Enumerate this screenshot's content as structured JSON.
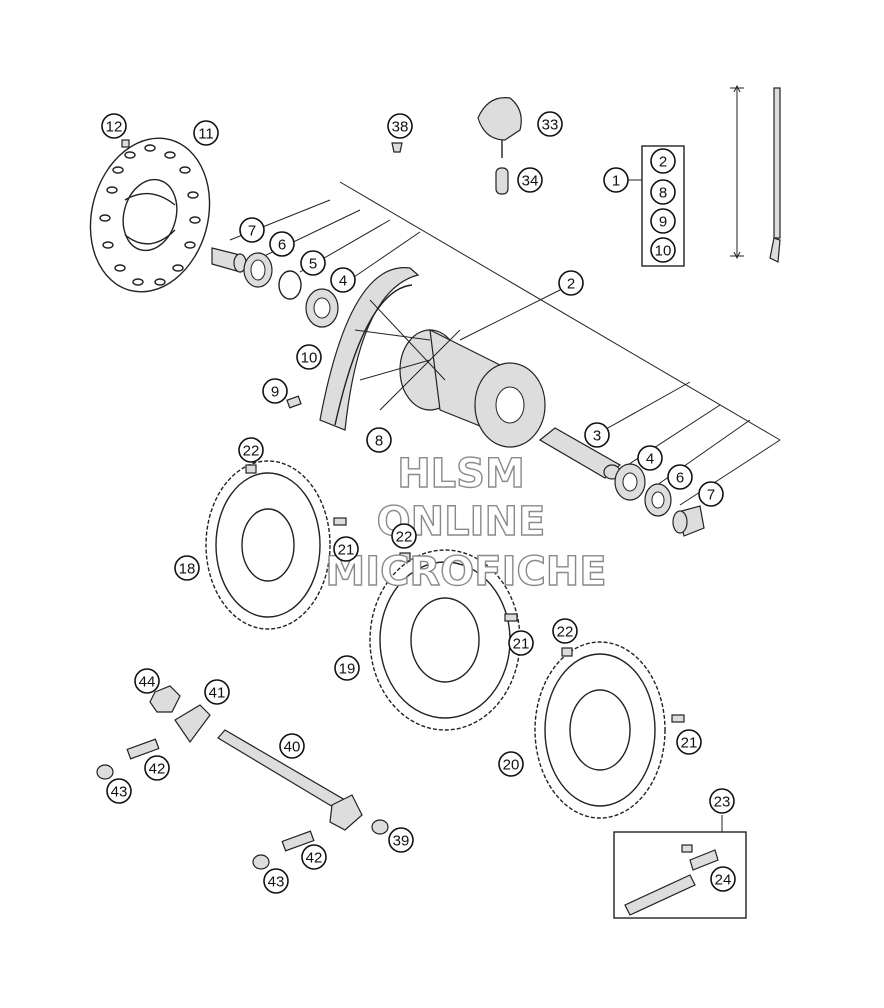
{
  "watermark": {
    "line1": "HLSM",
    "line2": "ONLINE",
    "line3": "MICROFICHE"
  },
  "callouts": [
    {
      "id": "c12",
      "label": "12"
    },
    {
      "id": "c11",
      "label": "11"
    },
    {
      "id": "c38",
      "label": "38"
    },
    {
      "id": "c33",
      "label": "33"
    },
    {
      "id": "c34",
      "label": "34"
    },
    {
      "id": "c1",
      "label": "1"
    },
    {
      "id": "c2a",
      "label": "2"
    },
    {
      "id": "c8a",
      "label": "8"
    },
    {
      "id": "c9a",
      "label": "9"
    },
    {
      "id": "c10a",
      "label": "10"
    },
    {
      "id": "c7a",
      "label": "7"
    },
    {
      "id": "c6a",
      "label": "6"
    },
    {
      "id": "c5",
      "label": "5"
    },
    {
      "id": "c4a",
      "label": "4"
    },
    {
      "id": "c2b",
      "label": "2"
    },
    {
      "id": "c10b",
      "label": "10"
    },
    {
      "id": "c9b",
      "label": "9"
    },
    {
      "id": "c8b",
      "label": "8"
    },
    {
      "id": "c3",
      "label": "3"
    },
    {
      "id": "c4b",
      "label": "4"
    },
    {
      "id": "c6b",
      "label": "6"
    },
    {
      "id": "c7b",
      "label": "7"
    },
    {
      "id": "c22a",
      "label": "22"
    },
    {
      "id": "c21a",
      "label": "21"
    },
    {
      "id": "c18",
      "label": "18"
    },
    {
      "id": "c22b",
      "label": "22"
    },
    {
      "id": "c21b",
      "label": "21"
    },
    {
      "id": "c19",
      "label": "19"
    },
    {
      "id": "c22c",
      "label": "22"
    },
    {
      "id": "c21c",
      "label": "21"
    },
    {
      "id": "c20",
      "label": "20"
    },
    {
      "id": "c44",
      "label": "44"
    },
    {
      "id": "c41",
      "label": "41"
    },
    {
      "id": "c40",
      "label": "40"
    },
    {
      "id": "c42a",
      "label": "42"
    },
    {
      "id": "c43a",
      "label": "43"
    },
    {
      "id": "c39",
      "label": "39"
    },
    {
      "id": "c42b",
      "label": "42"
    },
    {
      "id": "c43b",
      "label": "43"
    },
    {
      "id": "c23",
      "label": "23"
    },
    {
      "id": "c24",
      "label": "24"
    }
  ]
}
